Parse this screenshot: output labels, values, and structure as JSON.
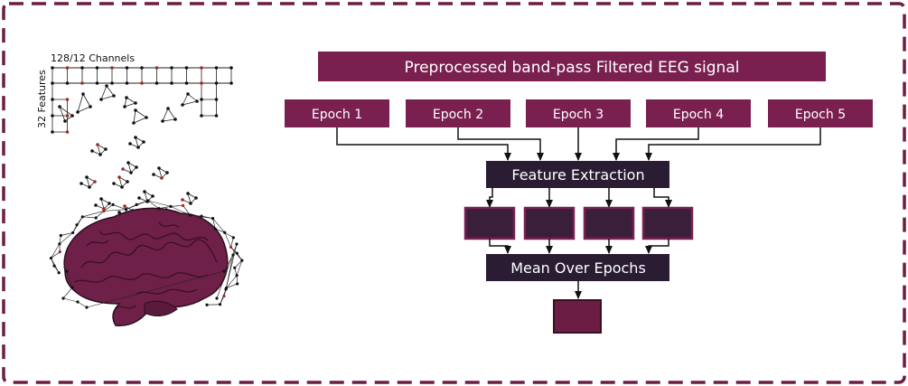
{
  "diagram": {
    "title_box": "Preprocessed band-pass Filtered EEG signal",
    "epochs": [
      "Epoch 1",
      "Epoch 2",
      "Epoch 3",
      "Epoch 4",
      "Epoch 5"
    ],
    "feature_extraction": "Feature Extraction",
    "mean_over_epochs": "Mean Over Epochs",
    "graph_panel": {
      "channels_label": "128/12 Channels",
      "features_label": "32 Features"
    }
  },
  "colors": {
    "maroon": "#7a2050",
    "dark_navy": "#2a1c33",
    "feature_box": "#3a1f3b",
    "feature_box_border": "#7a2050",
    "border_dash": "#6b1d44",
    "brain": "#6e2049",
    "node_black": "#111111",
    "node_red": "#9b2a2a"
  }
}
